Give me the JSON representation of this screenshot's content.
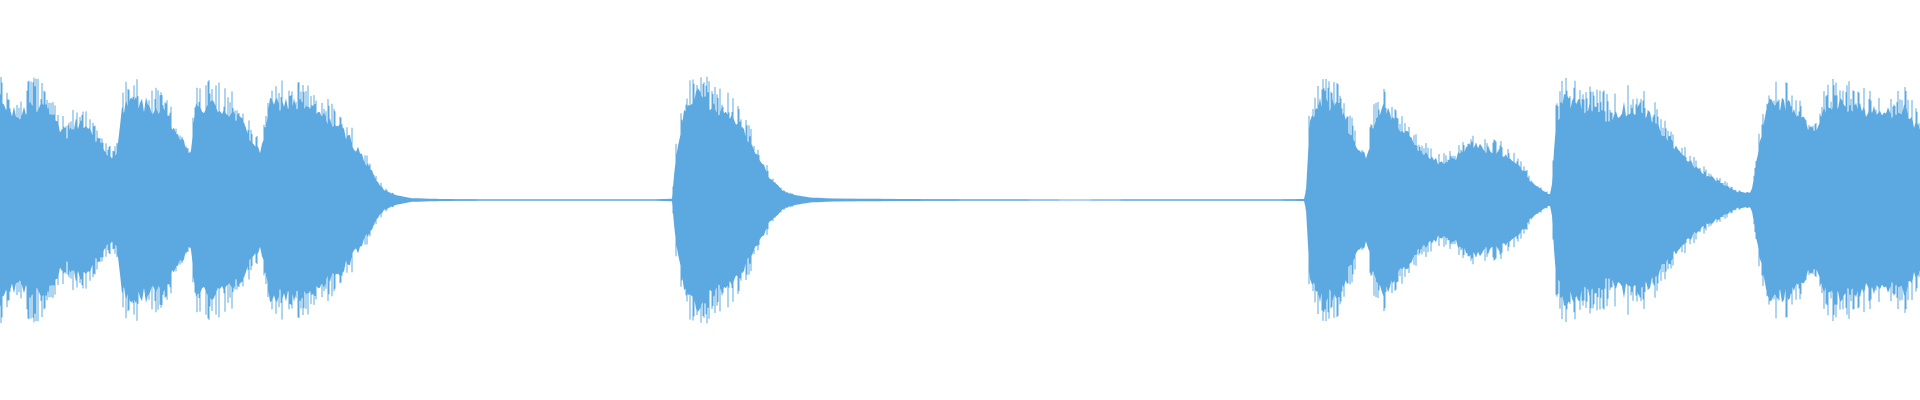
{
  "waveform": {
    "color": "#5ca8e0",
    "background": "#ffffff",
    "duration_units": 1,
    "envelope_points": [
      [
        0.0,
        0.9
      ],
      [
        0.004,
        0.82
      ],
      [
        0.01,
        0.75
      ],
      [
        0.016,
        0.88
      ],
      [
        0.022,
        0.86
      ],
      [
        0.028,
        0.7
      ],
      [
        0.034,
        0.58
      ],
      [
        0.04,
        0.7
      ],
      [
        0.046,
        0.66
      ],
      [
        0.052,
        0.52
      ],
      [
        0.056,
        0.38
      ],
      [
        0.06,
        0.4
      ],
      [
        0.064,
        0.85
      ],
      [
        0.07,
        0.88
      ],
      [
        0.076,
        0.86
      ],
      [
        0.082,
        0.82
      ],
      [
        0.088,
        0.72
      ],
      [
        0.094,
        0.55
      ],
      [
        0.099,
        0.4
      ],
      [
        0.102,
        0.82
      ],
      [
        0.108,
        0.86
      ],
      [
        0.114,
        0.84
      ],
      [
        0.12,
        0.8
      ],
      [
        0.126,
        0.7
      ],
      [
        0.132,
        0.52
      ],
      [
        0.136,
        0.42
      ],
      [
        0.14,
        0.85
      ],
      [
        0.146,
        0.88
      ],
      [
        0.152,
        0.87
      ],
      [
        0.158,
        0.84
      ],
      [
        0.164,
        0.8
      ],
      [
        0.17,
        0.74
      ],
      [
        0.176,
        0.66
      ],
      [
        0.182,
        0.56
      ],
      [
        0.187,
        0.44
      ],
      [
        0.192,
        0.3
      ],
      [
        0.196,
        0.18
      ],
      [
        0.2,
        0.09
      ],
      [
        0.206,
        0.04
      ],
      [
        0.214,
        0.015
      ],
      [
        0.23,
        0.008
      ],
      [
        0.26,
        0.006
      ],
      [
        0.3,
        0.006
      ],
      [
        0.34,
        0.006
      ],
      [
        0.35,
        0.01
      ],
      [
        0.352,
        0.4
      ],
      [
        0.356,
        0.78
      ],
      [
        0.36,
        0.96
      ],
      [
        0.366,
        0.92
      ],
      [
        0.372,
        0.86
      ],
      [
        0.378,
        0.8
      ],
      [
        0.384,
        0.72
      ],
      [
        0.39,
        0.55
      ],
      [
        0.396,
        0.35
      ],
      [
        0.402,
        0.18
      ],
      [
        0.408,
        0.08
      ],
      [
        0.414,
        0.04
      ],
      [
        0.422,
        0.02
      ],
      [
        0.434,
        0.012
      ],
      [
        0.47,
        0.008
      ],
      [
        0.52,
        0.006
      ],
      [
        0.56,
        0.004
      ],
      [
        0.6,
        0.006
      ],
      [
        0.66,
        0.006
      ],
      [
        0.68,
        0.008
      ],
      [
        0.682,
        0.7
      ],
      [
        0.686,
        0.86
      ],
      [
        0.692,
        0.88
      ],
      [
        0.698,
        0.84
      ],
      [
        0.704,
        0.6
      ],
      [
        0.708,
        0.42
      ],
      [
        0.712,
        0.4
      ],
      [
        0.716,
        0.72
      ],
      [
        0.72,
        0.86
      ],
      [
        0.726,
        0.72
      ],
      [
        0.732,
        0.6
      ],
      [
        0.738,
        0.48
      ],
      [
        0.744,
        0.4
      ],
      [
        0.75,
        0.33
      ],
      [
        0.756,
        0.36
      ],
      [
        0.762,
        0.44
      ],
      [
        0.768,
        0.5
      ],
      [
        0.774,
        0.46
      ],
      [
        0.78,
        0.44
      ],
      [
        0.786,
        0.4
      ],
      [
        0.792,
        0.28
      ],
      [
        0.798,
        0.16
      ],
      [
        0.804,
        0.08
      ],
      [
        0.808,
        0.04
      ],
      [
        0.81,
        0.7
      ],
      [
        0.814,
        0.9
      ],
      [
        0.82,
        0.86
      ],
      [
        0.826,
        0.84
      ],
      [
        0.832,
        0.82
      ],
      [
        0.838,
        0.76
      ],
      [
        0.844,
        0.82
      ],
      [
        0.85,
        0.84
      ],
      [
        0.856,
        0.8
      ],
      [
        0.862,
        0.7
      ],
      [
        0.868,
        0.58
      ],
      [
        0.874,
        0.44
      ],
      [
        0.88,
        0.34
      ],
      [
        0.886,
        0.26
      ],
      [
        0.892,
        0.2
      ],
      [
        0.898,
        0.14
      ],
      [
        0.904,
        0.08
      ],
      [
        0.912,
        0.06
      ],
      [
        0.918,
        0.66
      ],
      [
        0.922,
        0.88
      ],
      [
        0.928,
        0.86
      ],
      [
        0.934,
        0.82
      ],
      [
        0.94,
        0.7
      ],
      [
        0.946,
        0.6
      ],
      [
        0.95,
        0.82
      ],
      [
        0.956,
        0.88
      ],
      [
        0.962,
        0.86
      ],
      [
        0.968,
        0.84
      ],
      [
        0.974,
        0.8
      ],
      [
        0.98,
        0.78
      ],
      [
        0.986,
        0.82
      ],
      [
        0.992,
        0.84
      ],
      [
        0.996,
        0.72
      ],
      [
        1.0,
        0.6
      ]
    ]
  }
}
